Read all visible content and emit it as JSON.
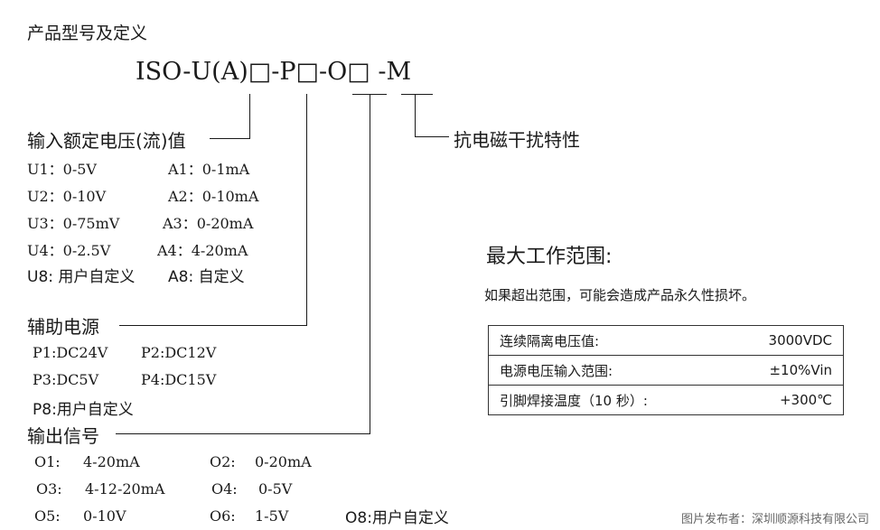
{
  "title": "产品型号及定义",
  "model_code": "ISO-U(A)□-P□-O□ -M",
  "emi": {
    "label": "抗电磁干扰特性"
  },
  "io_section": {
    "label": "输入额定电压(流)值",
    "rows": [
      [
        "U1：0-5V",
        "A1：0-1mA"
      ],
      [
        "U2：0-10V",
        "A2：0-10mA"
      ],
      [
        "U3：0-75mV",
        "A3：0-20mA"
      ],
      [
        "U4：0-2.5V",
        "A4：4-20mA"
      ],
      [
        "U8: 用户自定义",
        "A8: 自定义"
      ]
    ]
  },
  "aux_section": {
    "label": "辅助电源",
    "rows": [
      [
        "P1:DC24V",
        "P2:DC12V"
      ],
      [
        "P3:DC5V",
        "P4:DC15V"
      ],
      [
        "P8:用户自定义",
        ""
      ]
    ]
  },
  "out_section": {
    "label": "输出信号",
    "rows": [
      [
        "O1:",
        "4-20mA",
        "O2:",
        "0-20mA",
        ""
      ],
      [
        "O3:",
        "4-12-20mA",
        "O4:",
        "0-5V",
        ""
      ],
      [
        "O5:",
        "0-10V",
        "O6:",
        "1-5V",
        "O8:用户自定义"
      ]
    ]
  },
  "range": {
    "title": "最大工作范围:",
    "note": "如果超出范围，可能会造成产品永久性损坏。",
    "table": [
      {
        "label": "连续隔离电压值:",
        "value": "3000VDC"
      },
      {
        "label": "电源电压输入范围:",
        "value": "±10%Vin"
      },
      {
        "label": "引脚焊接温度（10 秒）:",
        "value": "+300℃"
      }
    ]
  },
  "credit": "图片发布者：深圳顺源科技有限公司"
}
